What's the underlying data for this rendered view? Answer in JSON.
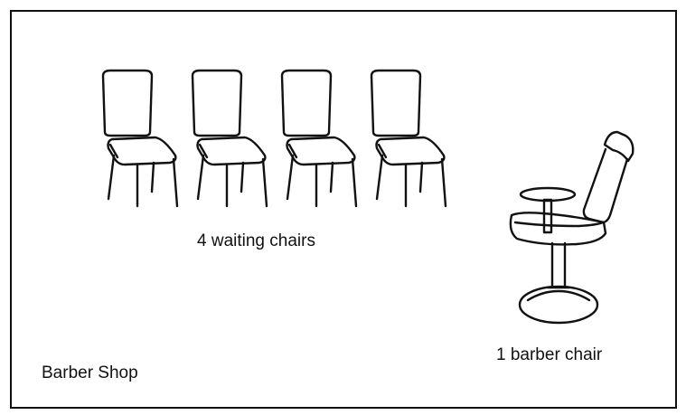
{
  "diagram": {
    "waiting_label": "4 waiting chairs",
    "barber_label": "1 barber chair",
    "shop_label": "Barber Shop",
    "waiting_chair_count": 4,
    "barber_chair_count": 1,
    "stroke_color": "#111111",
    "background_color": "#ffffff"
  }
}
